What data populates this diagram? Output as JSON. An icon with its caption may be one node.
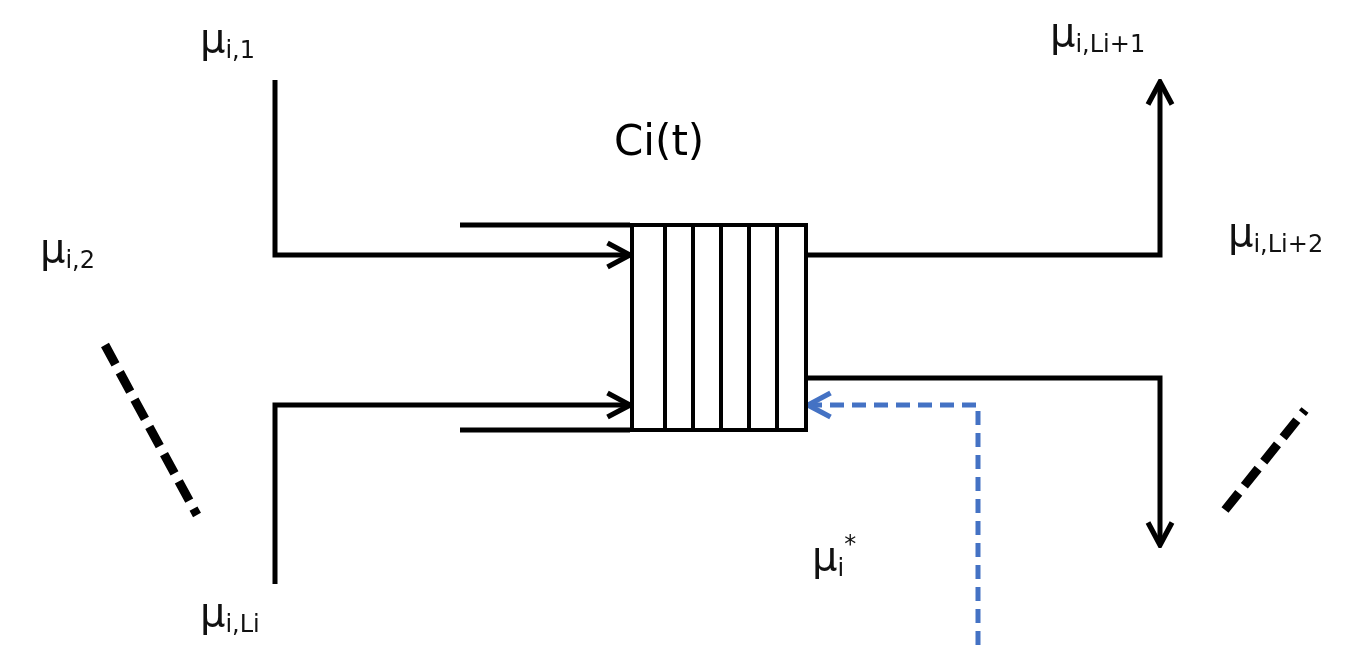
{
  "diagram": {
    "nodes": [
      {
        "text": [
          "Ci(t)"
        ]
      },
      {
        "text": [
          "μ$_{i,1}$"
        ]
      },
      {
        "text": [
          "μ$_{i,Li}$"
        ]
      },
      {
        "text": [
          "μ$_{i,Li+1}$"
        ]
      }
    ],
    "edges": [
      {
        "from": 1,
        "to": 0,
        "arrow": "to"
      },
      {
        "from": 2,
        "to": 0,
        "arrow": "to"
      },
      {
        "from": 0,
        "to": 3,
        "arrow": "to"
      },
      {
        "from": 0,
        "to": null,
        "arrow": "to"
      },
      {
        "from": null,
        "to": 0,
        "arrow": "to",
        "style": "dashed",
        "color": "#4472c4"
      }
    ],
    "labels": [
      "μ$_{i,2}$",
      "μ$_{i,Li+2}$",
      "μ$_{i}$$^{*}$"
    ]
  }
}
